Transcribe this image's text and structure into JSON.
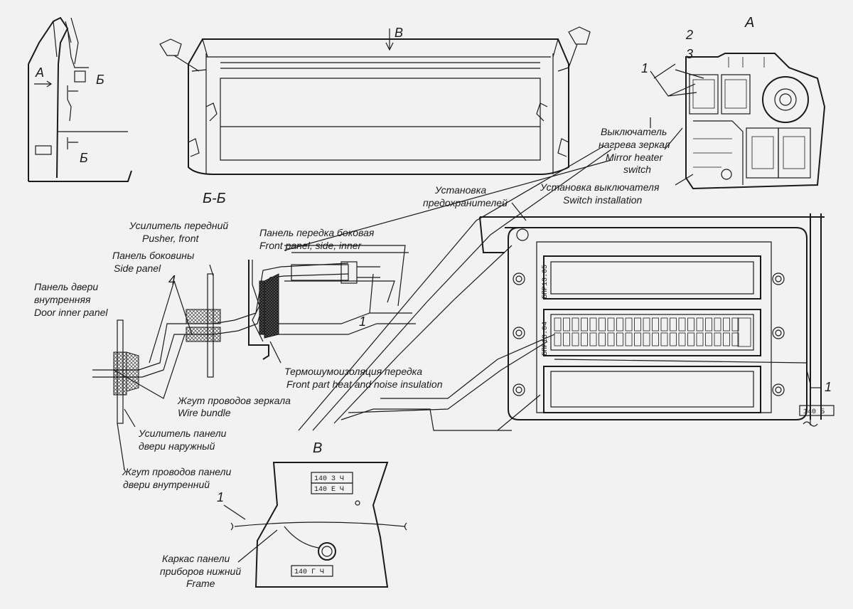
{
  "views": {
    "view_a_mark": "A",
    "view_b_mark": "B",
    "section_bb": "Б-Б",
    "view_v_title": "В",
    "b_mark": "Б"
  },
  "callouts": {
    "n1": "1",
    "n2": "2",
    "n3": "3",
    "n4": "4"
  },
  "labels": {
    "mirror_switch_ru_1": "Выключатель",
    "mirror_switch_ru_2": "нагрева зеркал",
    "mirror_switch_en_1": "Mirror heater",
    "mirror_switch_en_2": "switch",
    "switch_install_ru": "Установка выключателя",
    "switch_install_en": "Switch installation",
    "fuse_install_ru_1": "Установка",
    "fuse_install_ru_2": "предохранителей",
    "pusher_ru": "Усилитель передний",
    "pusher_en": "Pusher, front",
    "side_panel_ru": "Панель боковины",
    "side_panel_en": "Side panel",
    "front_panel_ru": "Панель передка боковая",
    "front_panel_en": "Front panel, side, inner",
    "door_inner_ru_1": "Панель двери",
    "door_inner_ru_2": "внутренняя",
    "door_inner_en": "Door inner panel",
    "insulation_ru": "Термошумоизоляция передка",
    "insulation_en": "Front part heat and noise insulation",
    "wire_bundle_ru": "Жгут проводов зеркала",
    "wire_bundle_en": "Wire bundle",
    "door_reinf_ru_1": "Усилитель панели",
    "door_reinf_ru_2": "двери наружный",
    "door_harness_ru_1": "Жгут проводов панели",
    "door_harness_ru_2": "двери внутренний",
    "frame_ru_1": "Каркас панели",
    "frame_ru_2": "приборов нижний",
    "frame_en": "Frame"
  },
  "tags": {
    "t140_3": "140  3   Ч",
    "t140_e": "140  Е   Ч",
    "t140_g": "140  Г   Ч",
    "t140_b": "140   Б",
    "fuse_block_1": "БПР13.05",
    "fuse_block_2": "БПР13.04"
  }
}
